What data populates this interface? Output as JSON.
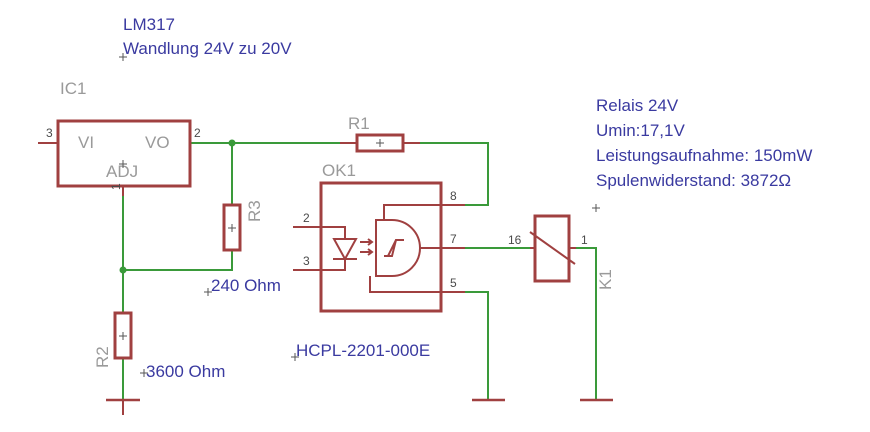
{
  "notes": {
    "regulator_type": "LM317",
    "regulator_desc": "Wandlung 24V zu 20V",
    "relay_line1": "Relais 24V",
    "relay_line2": "Umin:17,1V",
    "relay_line3": "Leistungsaufnahme:  150mW",
    "relay_line4": "Spulenwiderstand: 3872Ω"
  },
  "ic1": {
    "name": "IC1",
    "pin_vi": "VI",
    "pin_vo": "VO",
    "pin_adj": "ADJ",
    "pin_num_in": "3",
    "pin_num_out": "2",
    "pin_num_adj": "1"
  },
  "r1": {
    "name": "R1"
  },
  "r2": {
    "name": "R2",
    "value": "3600 Ohm"
  },
  "r3": {
    "name": "R3",
    "value": "240 Ohm"
  },
  "ok1": {
    "name": "OK1",
    "part": "HCPL-2201-000E",
    "pin_anode": "2",
    "pin_cathode": "3",
    "pin_vcc": "8",
    "pin_out": "7",
    "pin_gnd": "5"
  },
  "k1": {
    "name": "K1",
    "pin_a": "16",
    "pin_b": "1"
  }
}
